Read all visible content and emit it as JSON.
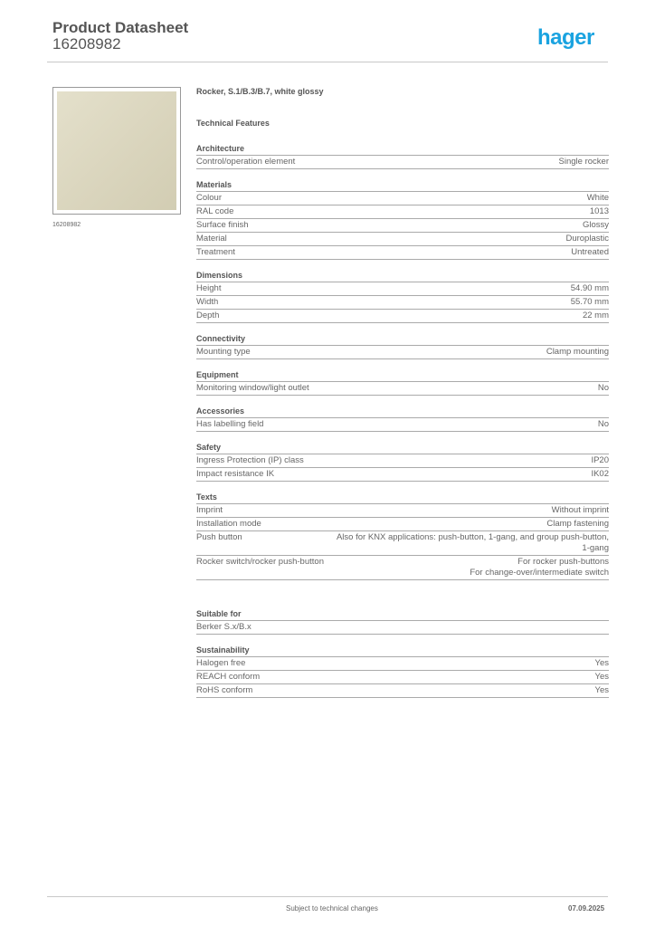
{
  "header": {
    "title": "Product Datasheet",
    "product_number": "16208982",
    "logo": "hager"
  },
  "image": {
    "caption": "16208982"
  },
  "product_name": "Rocker, S.1/B.3/B.7, white glossy",
  "technical_features": "Technical Features",
  "sections": [
    {
      "title": "Architecture",
      "rows": [
        {
          "label": "Control/operation element",
          "value": "Single rocker"
        }
      ]
    },
    {
      "title": "Materials",
      "rows": [
        {
          "label": "Colour",
          "value": "White"
        },
        {
          "label": "RAL code",
          "value": "1013"
        },
        {
          "label": "Surface finish",
          "value": "Glossy"
        },
        {
          "label": "Material",
          "value": "Duroplastic"
        },
        {
          "label": "Treatment",
          "value": "Untreated"
        }
      ]
    },
    {
      "title": "Dimensions",
      "rows": [
        {
          "label": "Height",
          "value": "54.90 mm"
        },
        {
          "label": "Width",
          "value": "55.70 mm"
        },
        {
          "label": "Depth",
          "value": "22 mm"
        }
      ]
    },
    {
      "title": "Connectivity",
      "rows": [
        {
          "label": "Mounting type",
          "value": "Clamp mounting"
        }
      ]
    },
    {
      "title": "Equipment",
      "rows": [
        {
          "label": "Monitoring window/light outlet",
          "value": "No"
        }
      ]
    },
    {
      "title": "Accessories",
      "rows": [
        {
          "label": "Has labelling field",
          "value": "No"
        }
      ]
    },
    {
      "title": "Safety",
      "rows": [
        {
          "label": "Ingress Protection (IP) class",
          "value": "IP20"
        },
        {
          "label": "Impact resistance IK",
          "value": "IK02"
        }
      ]
    },
    {
      "title": "Texts",
      "rows": [
        {
          "label": "Imprint",
          "value": "Without imprint"
        },
        {
          "label": "Installation mode",
          "value": "Clamp fastening"
        },
        {
          "label": "Push button",
          "value": "Also for KNX applications: push-button, 1-gang, and group push-button,\n1-gang"
        },
        {
          "label": "Rocker switch/rocker push-button",
          "value": "For rocker push-buttons\nFor change-over/intermediate switch"
        }
      ]
    },
    {
      "title": "Suitable for",
      "rows": [
        {
          "label": "Berker S.x/B.x",
          "value": ""
        }
      ]
    },
    {
      "title": "Sustainability",
      "rows": [
        {
          "label": "Halogen free",
          "value": "Yes"
        },
        {
          "label": "REACH conform",
          "value": "Yes"
        },
        {
          "label": "RoHS conform",
          "value": "Yes"
        }
      ]
    }
  ],
  "footer": {
    "note": "Subject to technical changes",
    "date": "07.09.2025"
  }
}
